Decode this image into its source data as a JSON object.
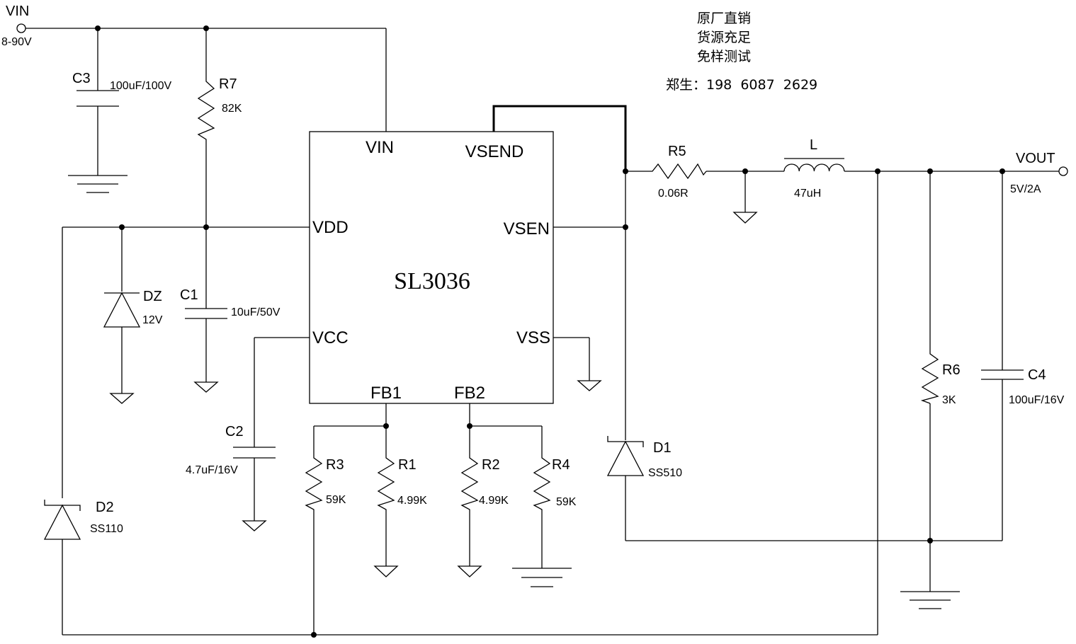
{
  "chip": {
    "name": "SL3036",
    "pins": {
      "vin": "VIN",
      "vsend": "VSEND",
      "vdd": "VDD",
      "vsen": "VSEN",
      "vcc": "VCC",
      "vss": "VSS",
      "fb1": "FB1",
      "fb2": "FB2"
    }
  },
  "terminals": {
    "vin_label": "VIN",
    "vin_range": "8-90V",
    "vout_label": "VOUT",
    "vout_rating": "5V/2A"
  },
  "components": {
    "c3": {
      "ref": "C3",
      "value": "100uF/100V"
    },
    "r7": {
      "ref": "R7",
      "value": "82K"
    },
    "dz": {
      "ref": "DZ",
      "value": "12V"
    },
    "c1": {
      "ref": "C1",
      "value": "10uF/50V"
    },
    "c2": {
      "ref": "C2",
      "value": "4.7uF/16V"
    },
    "d2": {
      "ref": "D2",
      "value": "SS110"
    },
    "r3": {
      "ref": "R3",
      "value": "59K"
    },
    "r1": {
      "ref": "R1",
      "value": "4.99K"
    },
    "r2": {
      "ref": "R2",
      "value": "4.99K"
    },
    "r4": {
      "ref": "R4",
      "value": "59K"
    },
    "r5": {
      "ref": "R5",
      "value": "0.06R"
    },
    "l": {
      "ref": "L",
      "value": "47uH"
    },
    "d1": {
      "ref": "D1",
      "value": "SS510"
    },
    "r6": {
      "ref": "R6",
      "value": "3K"
    },
    "c4": {
      "ref": "C4",
      "value": "100uF/16V"
    }
  },
  "notes": {
    "line1": "原厂直销",
    "line2": "货源充足",
    "line3": "免样测试",
    "contact": "郑生：198  6087  2629"
  }
}
